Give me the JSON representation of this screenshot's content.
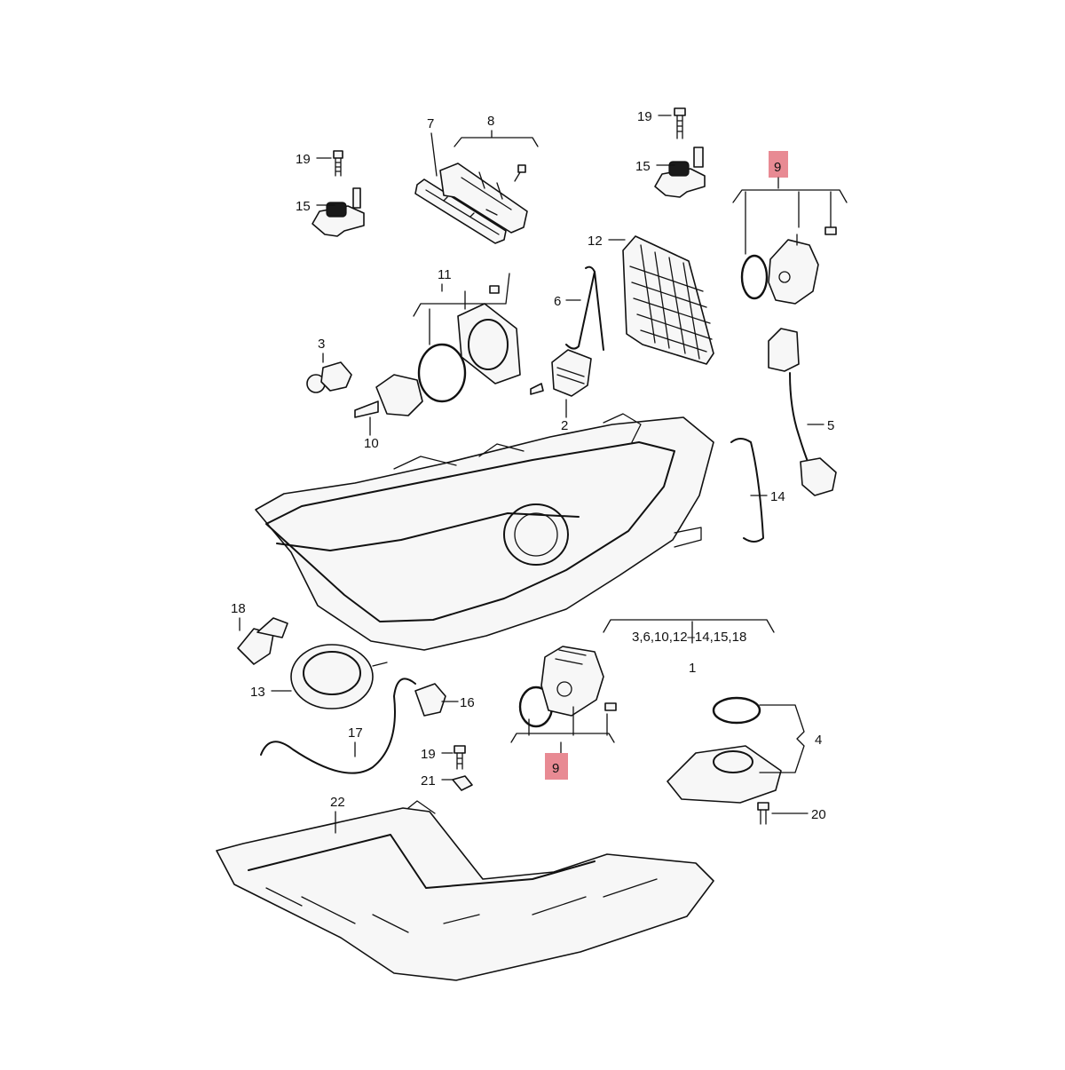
{
  "colors": {
    "highlight": "#e88a93",
    "line": "#111111",
    "background": "#ffffff"
  },
  "callouts": {
    "c19a": "19",
    "c15a": "15",
    "c7": "7",
    "c8": "8",
    "c19b": "19",
    "c15b": "15",
    "c9top": "9",
    "c12": "12",
    "c11": "11",
    "c6": "6",
    "c3": "3",
    "c2": "2",
    "c10": "10",
    "c5": "5",
    "c14": "14",
    "c18": "18",
    "c1sub": "3,6,10,12–14,15,18",
    "c1": "1",
    "c13": "13",
    "c16": "16",
    "c17": "17",
    "c19c": "19",
    "c21": "21",
    "c9bot": "9",
    "c4": "4",
    "c22": "22",
    "c20": "20"
  }
}
